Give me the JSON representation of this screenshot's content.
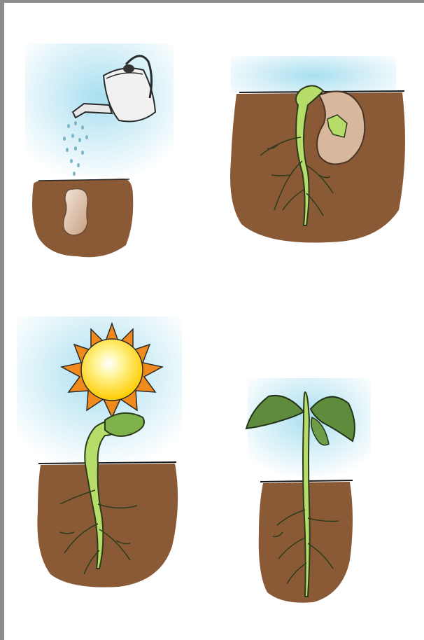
{
  "image": {
    "description_kind": "illustration",
    "panels": [
      {
        "id": "panel-1-watering-seed",
        "elements": [
          "watering-can-icon",
          "water-drops",
          "soil",
          "bean-seed"
        ]
      },
      {
        "id": "panel-2-germination",
        "elements": [
          "soil",
          "split-seed-coat",
          "sprout",
          "roots"
        ]
      },
      {
        "id": "panel-3-sun-sprout",
        "elements": [
          "sun-icon",
          "soil",
          "curved-seedling",
          "roots"
        ]
      },
      {
        "id": "panel-4-seedling",
        "elements": [
          "soil",
          "stem",
          "leaves",
          "roots"
        ]
      }
    ],
    "colors": {
      "soil": "#8a5a36",
      "soil_dark": "#6f4324",
      "sky": "#bfe6f2",
      "sprout": "#b6dd6a",
      "sprout_outline": "#2d3b1c",
      "leaf": "#5f8c3c",
      "seed": "#d7b89d",
      "sun_core": "#ffe24a",
      "sun_rays": "#f08a1c",
      "can": "#f2f2f2",
      "frame": "#8c8c8c"
    }
  }
}
